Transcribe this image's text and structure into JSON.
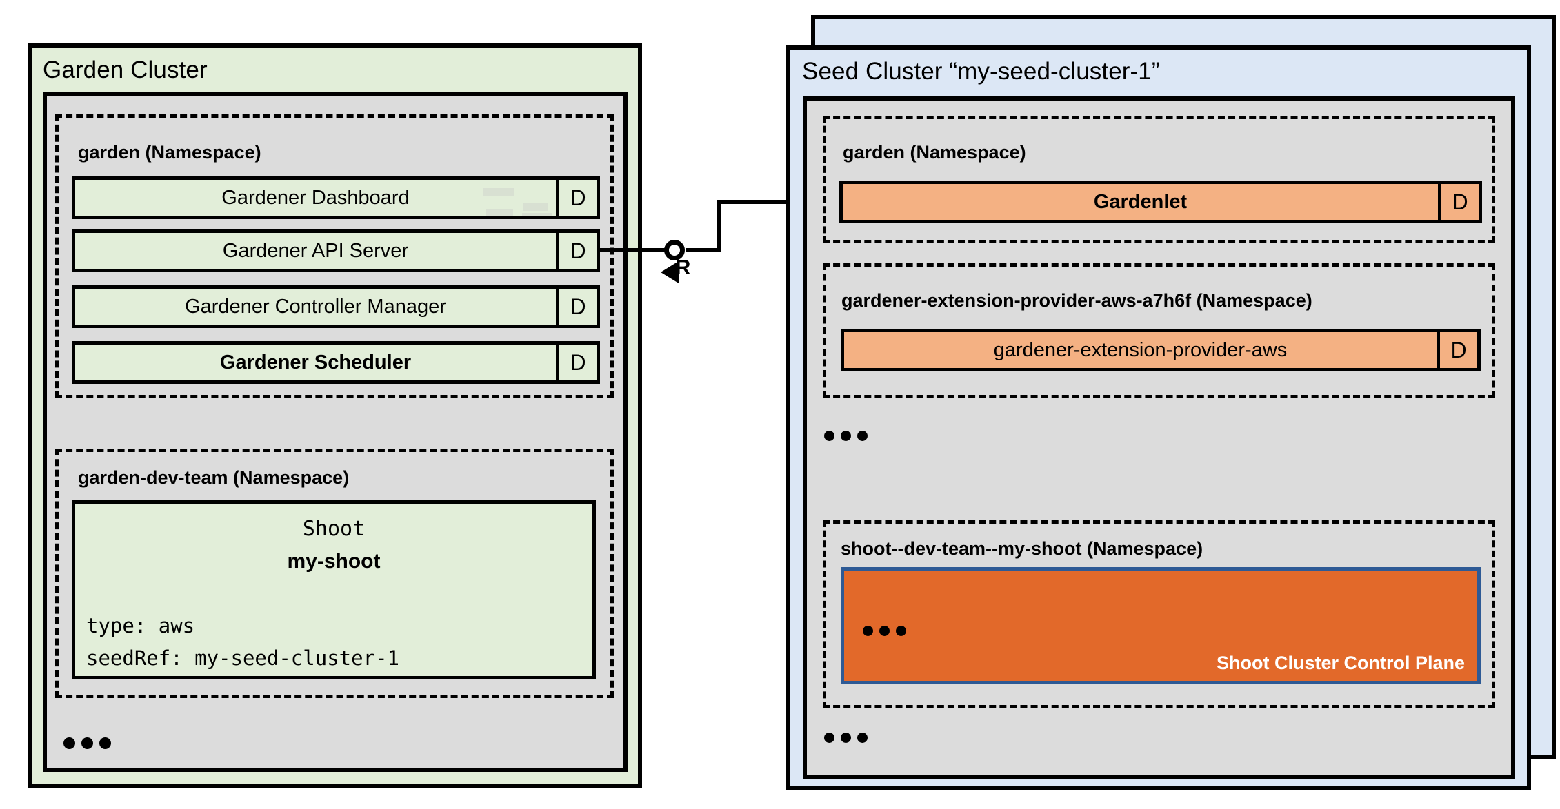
{
  "diagram": {
    "title": "Gardener Garden Cluster and Seed Cluster architecture"
  },
  "colors": {
    "green_fill": "#e2eed9",
    "blue_fill": "#dce7f5",
    "gray_panel": "#dcdcdc",
    "orange_light": "#f4b183",
    "orange_dark": "#e2692a",
    "control_plane_border": "#2e5a95",
    "outline": "#000000"
  },
  "garden_cluster": {
    "title": "Garden Cluster",
    "namespaces": [
      {
        "title": "garden (Namespace)",
        "components": [
          {
            "label": "Gardener Dashboard",
            "badge": "D",
            "bold": false
          },
          {
            "label": "Gardener API Server",
            "badge": "D",
            "bold": false
          },
          {
            "label": "Gardener Controller Manager",
            "badge": "D",
            "bold": false
          },
          {
            "label": "Gardener Scheduler",
            "badge": "D",
            "bold": true
          }
        ]
      },
      {
        "title": "garden-dev-team (Namespace)",
        "shoot_resource": {
          "kind": "Shoot",
          "name": "my-shoot",
          "attributes": [
            "type: aws",
            "seedRef: my-seed-cluster-1"
          ]
        }
      }
    ],
    "more_indicator": "..."
  },
  "seed_cluster": {
    "title": "Seed Cluster “my-seed-cluster-1”",
    "namespaces": [
      {
        "title": "garden (Namespace)",
        "components": [
          {
            "label": "Gardenlet",
            "badge": "D",
            "bold": true
          }
        ]
      },
      {
        "title": "gardener-extension-provider-aws-a7h6f (Namespace)",
        "components": [
          {
            "label": "gardener-extension-provider-aws",
            "badge": "D",
            "bold": false
          }
        ]
      },
      {
        "title": "shoot--dev-team--my-shoot (Namespace)",
        "control_plane": {
          "label": "Shoot Cluster Control Plane",
          "more_indicator": "..."
        }
      }
    ],
    "more_indicator_middle": "...",
    "more_indicator_bottom": "..."
  },
  "connector": {
    "label": "R",
    "from": "Gardener API Server",
    "to": "Gardenlet"
  }
}
